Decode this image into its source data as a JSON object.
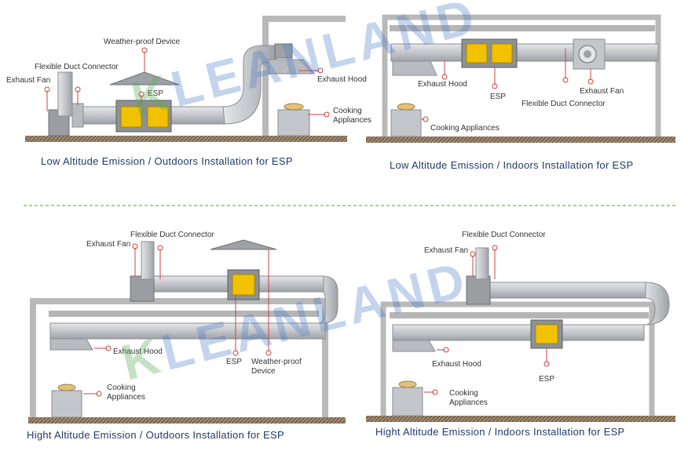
{
  "watermark": {
    "first": "K",
    "rest": "LEANLAND"
  },
  "colors": {
    "duct": "#c9cbce",
    "duct_edge": "#8a8d92",
    "esp": "#f2c200",
    "esp_body": "#8d9094",
    "wall": "#cfcfcf",
    "ground": "#7a6a55",
    "label_line": "#d04040",
    "caption": "#1f3a6b",
    "divider": "#8ac26a"
  },
  "panels": [
    {
      "caption": "Low  Altitude  Emission  /  Outdoors  Installation for ESP",
      "labels": {
        "weather": "Weather-proof Device",
        "connector": "Flexible Duct Connector",
        "fan": "Exhaust Fan",
        "esp": "ESP",
        "hood": "Exhaust Hood",
        "cooking": "Cooking\nAppliances"
      }
    },
    {
      "caption": "Low  Altitude  Emission  /  Indoors  Installation for ESP",
      "labels": {
        "hood": "Exhaust Hood",
        "esp": "ESP",
        "fan": "Exhaust Fan",
        "connector": "Flexible Duct Connector",
        "cooking": "Cooking  Appliances"
      }
    },
    {
      "caption": "Hight  Altitude  Emission  /  Outdoors  Installation for ESP",
      "labels": {
        "connector": "Flexible Duct Connector",
        "fan": "Exhaust Fan",
        "hood": "Exhaust Hood",
        "esp": "ESP",
        "weather": "Weather-proof\nDevice",
        "cooking": "Cooking\nAppliances"
      }
    },
    {
      "caption": "Hight  Altitude  Emission  /  Indoors  Installation for ESP",
      "labels": {
        "connector": "Flexible Duct Connector",
        "fan": "Exhaust Fan",
        "hood": "Exhaust Hood",
        "esp": "ESP",
        "cooking": "Cooking\nAppliances"
      }
    }
  ]
}
